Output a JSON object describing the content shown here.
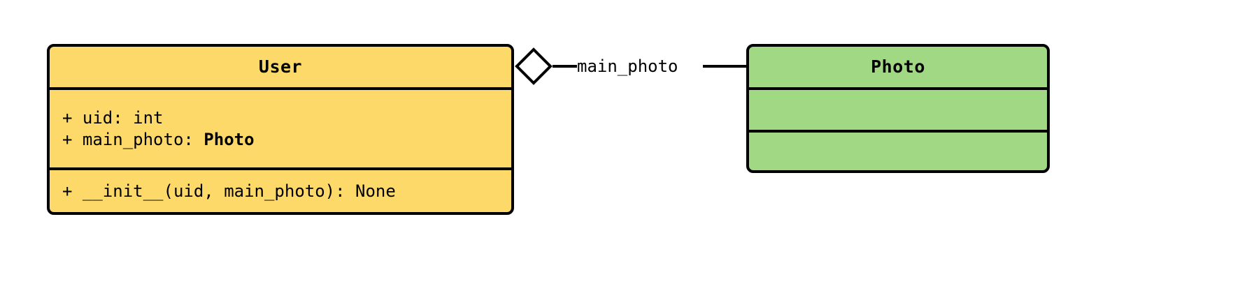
{
  "diagram": {
    "kind": "uml-class-diagram",
    "background_color": "#FFFFFF",
    "classes": [
      {
        "id": "user",
        "name": "User",
        "fill_color": "#FCD968",
        "border_color": "#000000",
        "attributes": [
          {
            "visibility": "+",
            "text": "+ uid: int"
          },
          {
            "visibility": "+",
            "prefix": "+ main_photo: ",
            "type": "Photo"
          }
        ],
        "methods": [
          {
            "visibility": "+",
            "text": "+ __init__(uid, main_photo): None"
          }
        ]
      },
      {
        "id": "photo",
        "name": "Photo",
        "fill_color": "#A0D884",
        "border_color": "#000000",
        "attributes": [],
        "methods": []
      }
    ],
    "relationships": [
      {
        "id": "user-main-photo",
        "type": "aggregation",
        "source": "User",
        "target": "Photo",
        "label": "main_photo",
        "diamond_style": "open"
      }
    ]
  }
}
